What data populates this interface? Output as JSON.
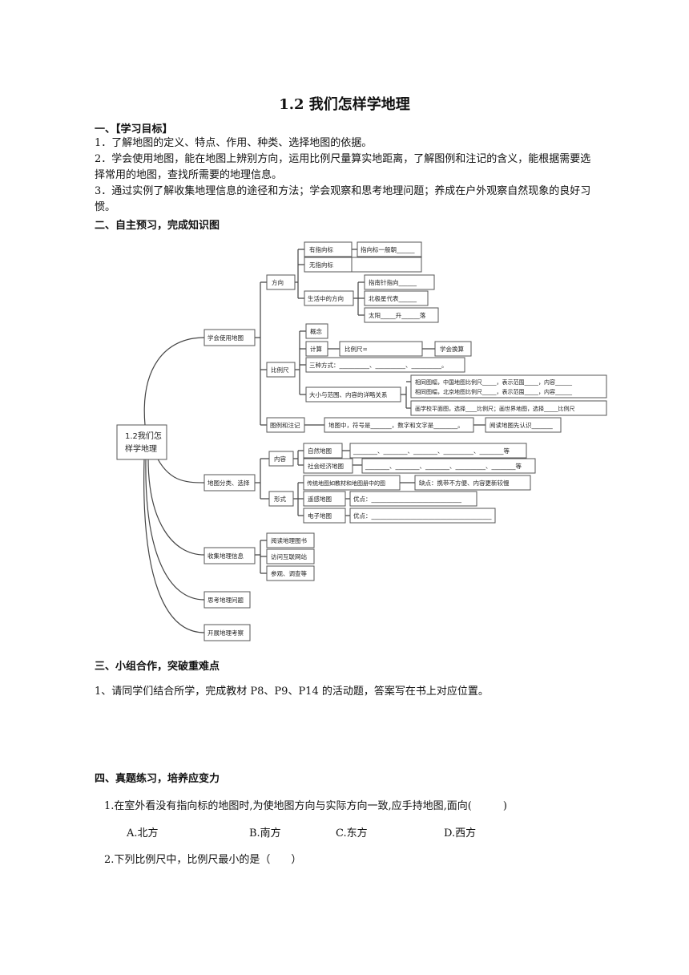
{
  "title": "1.2  我们怎样学地理",
  "section1": {
    "heading": "一、【学习目标】",
    "items": [
      "1．了解地图的定义、特点、作用、种类、选择地图的依据。",
      "2．学会使用地图，能在地图上辨别方向，运用比例尺量算实地距离，了解图例和注记的含义，能根据需要选择常用的地图，查找所需要的地理信息。",
      "3．通过实例了解收集地理信息的途径和方法；学会观察和思考地理问题；养成在户外观察自然现象的良好习惯。"
    ]
  },
  "section2": {
    "heading": "二、自主预习，完成知识图"
  },
  "mindmap": {
    "root": [
      "1.2我们怎",
      "样学地理"
    ],
    "use_map": "学会使用地图",
    "direction": "方向",
    "has_arrow": "有指向标",
    "has_arrow_detail": "指向标一般朝______",
    "no_arrow": "无指向标",
    "life_direction": "生活中的方向",
    "compass": "指南针指向______",
    "polaris": "北极星代表______",
    "sun": "太阳_____升______落",
    "scale": "比例尺",
    "concept": "概念",
    "calc": "计算",
    "scale_formula": "比例尺=",
    "learn_convert": "学会换算",
    "three_ways": "三种方式：__________、__________、__________。",
    "size_range": "大小与范围、内容的详略关系",
    "same_map_1": "相同图幅，中国地图比例尺_____，表示范围_____，内容______",
    "same_map_2": "相同图幅，北京地图比例尺_____，表示范围_____，内容______",
    "school_world": "画学校平面图，选择____比例尺；画世界地图，选择_____比例尺",
    "legend": "图例和注记",
    "legend_detail": "地图中，符号是_______，数字和文字是________。",
    "read_legend": "阅读地图先认识_______",
    "classify": "地图分类、选择",
    "content": "内容",
    "natural_map": "自然地图",
    "natural_blanks": "________、________、________、__________、________等",
    "social_map": "社会经济地图",
    "social_blanks": "________、________、________、__________、________等",
    "form": "形式",
    "paper_map": "传统地图如教材和地图册中的图",
    "paper_weak": "缺点：携带不方便、内容更新较慢",
    "remote_map": "遥感地图",
    "remote_adv": "优点：______________________________",
    "digital_map": "电子地图",
    "digital_adv": "优点：________________________________________",
    "collect": "收集地理信息",
    "read_books": "阅读地理图书",
    "internet": "访问互联网站",
    "visit": "参观、调查等",
    "think": "思考地理问题",
    "survey": "开展地理考察"
  },
  "section3": {
    "heading": "三、小组合作，突破重难点",
    "text": "1、请同学们结合所学，完成教材 P8、P9、P14 的活动题，答案写在书上对应位置。"
  },
  "section4": {
    "heading": "四、真题练习，培养应变力",
    "q1": "1.在室外看没有指向标的地图时,为使地图方向与实际方向一致,应手持地图,面向(　　　)",
    "q1_options": [
      "A.北方",
      "B.南方",
      "C.东方",
      "D.西方"
    ],
    "q2": "2.下列比例尺中，比例尺最小的是（　　）"
  }
}
